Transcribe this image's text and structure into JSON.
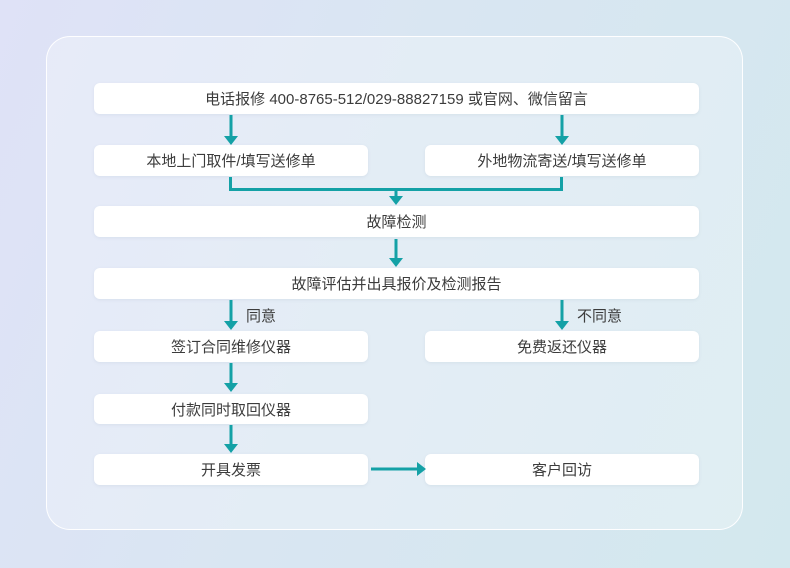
{
  "flowchart": {
    "nodes": {
      "report": {
        "label": "电话报修 400-8765-512/029-88827159 或官网、微信留言"
      },
      "local_pickup": {
        "label": "本地上门取件/填写送修单"
      },
      "remote_shipping": {
        "label": "外地物流寄送/填写送修单"
      },
      "fault_detection": {
        "label": "故障检测"
      },
      "fault_assessment": {
        "label": "故障评估并出具报价及检测报告"
      },
      "sign_contract": {
        "label": "签订合同维修仪器"
      },
      "free_return": {
        "label": "免费返还仪器"
      },
      "payment_pickup": {
        "label": "付款同时取回仪器"
      },
      "invoice": {
        "label": "开具发票"
      },
      "customer_followup": {
        "label": "客户回访"
      }
    },
    "edge_labels": {
      "agree": "同意",
      "disagree": "不同意"
    },
    "colors": {
      "arrow": "#14a1a6",
      "box_bg": "#ffffff",
      "text": "#3c3c3c",
      "bg_start": "#dfe2f7",
      "bg_mid": "#d9e6f2",
      "bg_end": "#d3e8ee"
    }
  }
}
